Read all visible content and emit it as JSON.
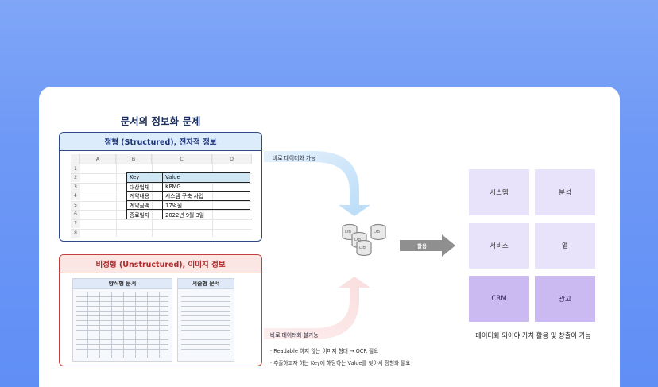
{
  "diagram": {
    "title": "문서의 정보화 문제",
    "structured": {
      "header": "정형 (Structured), 전자적 정보",
      "sheet_columns": [
        "A",
        "B",
        "C",
        "D"
      ],
      "sheet_rows": [
        "1",
        "2",
        "3",
        "4",
        "5",
        "6",
        "7",
        "8"
      ],
      "table_header": [
        "Key",
        "Value"
      ],
      "table_rows": [
        [
          "대상업체",
          "KPMG"
        ],
        [
          "계약내용",
          "시스템 구축 사업"
        ],
        [
          "계약금액",
          "17억원"
        ],
        [
          "종료일자",
          "2022년 9월 3일"
        ]
      ]
    },
    "unstructured": {
      "header": "비정형 (Unstructured), 이미지 정보",
      "doc_a_title": "양식형 문서",
      "doc_b_title": "서술형 문서"
    },
    "flow_top_label": "바로 데이터화 가능",
    "flow_bottom_label": "바로 데이터화 불가능",
    "notes": [
      "· Readable 하지 않는 이미지 형태 → OCR 필요",
      "· 추출하고자 하는 Key에 해당하는 Value를 찾아서 정형화 필요"
    ],
    "db_labels": [
      "DB",
      "DB",
      "DB",
      "DB"
    ],
    "arrow_label": "활용",
    "tiles": [
      [
        "시스템",
        "분석"
      ],
      [
        "서비스",
        "앱"
      ],
      [
        "CRM",
        "광고"
      ]
    ],
    "result_caption": "데이터화 되어야 가치 활용 및 창출이 가능",
    "colors": {
      "structured_border": "#2e4a8b",
      "unstructured_border": "#c43c3c",
      "tile_light": "#e9e2fb",
      "tile_dark": "#cbb9f1",
      "background_top": "#7fa6f7"
    }
  }
}
